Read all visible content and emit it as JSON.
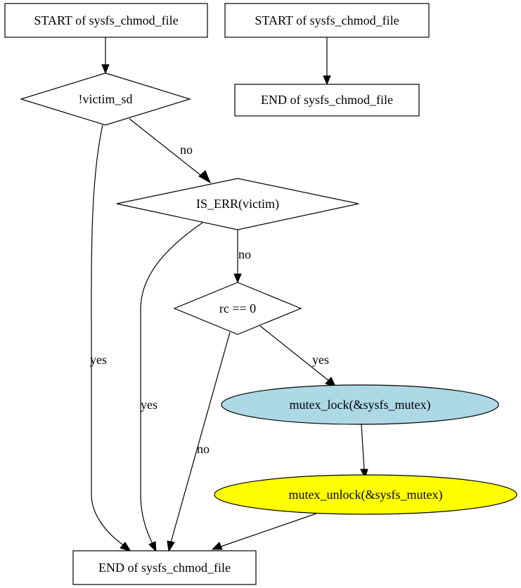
{
  "nodes": {
    "start_left": "START of sysfs_chmod_file",
    "start_right": "START of sysfs_chmod_file",
    "end_right": "END of sysfs_chmod_file",
    "victim_sd": "!victim_sd",
    "is_err": "IS_ERR(victim)",
    "rc_check": "rc == 0",
    "mutex_lock": "mutex_lock(&sysfs_mutex)",
    "mutex_unlock": "mutex_unlock(&sysfs_mutex)",
    "end_bottom": "END of sysfs_chmod_file"
  },
  "edges": {
    "victim_no": "no",
    "victim_yes": "yes",
    "is_err_no": "no",
    "is_err_yes": "yes",
    "rc_yes": "yes",
    "rc_no": "no"
  },
  "colors": {
    "mutex_lock_fill": "#add8e6",
    "mutex_unlock_fill": "#ffff00",
    "default_fill": "#ffffff",
    "stroke": "#000000"
  }
}
